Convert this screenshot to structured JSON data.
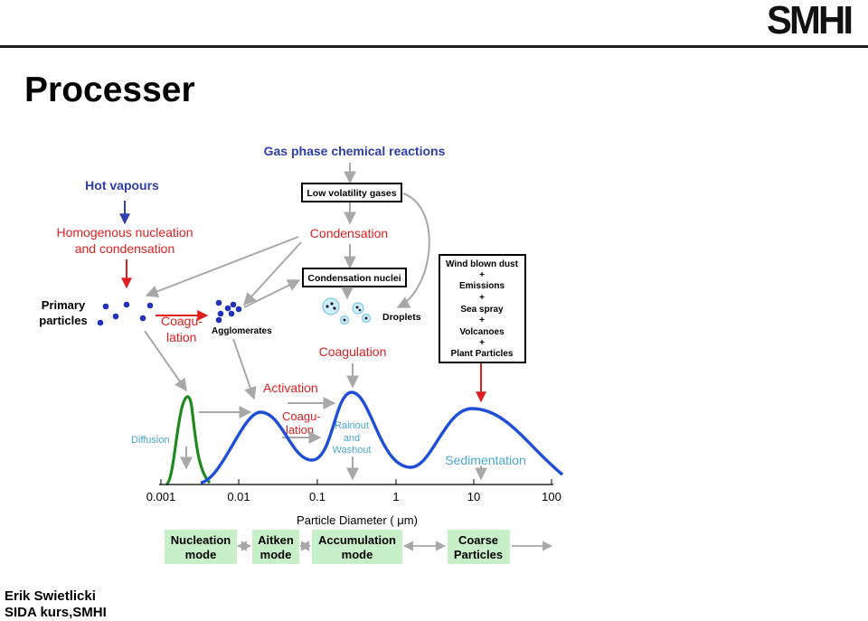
{
  "header": {
    "logo_text": "SMHI",
    "title": "Processer"
  },
  "footer": {
    "line1": "Erik Swietlicki",
    "line2": "SIDA kurs,SMHI"
  },
  "diagram": {
    "gas_phase": "Gas phase chemical reactions",
    "hot_vapours": "Hot vapours",
    "homog_1": "Homogenous nucleation",
    "homog_2": "and condensation",
    "low_vol": "Low volatility gases",
    "condensation": "Condensation",
    "cond_nuclei": "Condensation nuclei",
    "primary_1": "Primary",
    "primary_2": "particles",
    "coag1_1": "Coagu-",
    "coag1_2": "lation",
    "agglomerates": "Agglomerates",
    "droplets": "Droplets",
    "coagulation": "Coagulation",
    "activation": "Activation",
    "coag2_1": "Coagu-",
    "coag2_2": "lation",
    "rainout_1": "Rainout",
    "rainout_2": "and",
    "rainout_3": "Washout",
    "diffusion": "Diffusion",
    "sedimentation": "Sedimentation",
    "sources": [
      "Wind blown dust",
      "+",
      "Emissions",
      "+",
      "Sea spray",
      "+",
      "Volcanoes",
      "+",
      "Plant Particles"
    ],
    "axis_ticks": [
      "0.001",
      "0.01",
      "0.1",
      "1",
      "10",
      "100"
    ],
    "axis_label": "Particle  Diameter  ( μm)",
    "modes": [
      {
        "line1": "Nucleation",
        "line2": "mode"
      },
      {
        "line1": "Aitken",
        "line2": "mode"
      },
      {
        "line1": "Accumulation",
        "line2": "mode"
      },
      {
        "line1": "Coarse",
        "line2": "Particles"
      }
    ]
  },
  "colors": {
    "blue_text": "#2e3eaa",
    "red_text": "#e02020",
    "light_blue_text": "#4aa6d6",
    "curve_blue": "#1f4fd8",
    "curve_green": "#1e8a1e",
    "mode_box": "#c8f0c8",
    "arrow_gray": "#a8a8a8"
  }
}
